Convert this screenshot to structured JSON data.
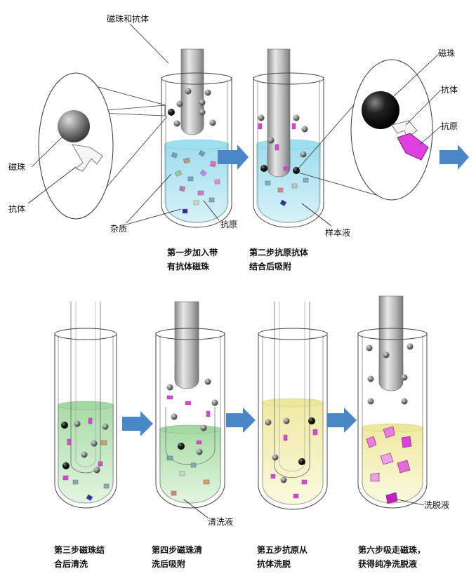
{
  "labels": {
    "beads_and_antibody": "磁珠和抗体",
    "bead_left": "磁珠",
    "antibody_left": "抗体",
    "impurity": "杂质",
    "antigen_mid": "抗原",
    "sample_liquid": "样本液",
    "bead_right": "磁珠",
    "antibody_right": "抗体",
    "antigen_right": "抗原",
    "wash_liquid": "清洗液",
    "elution_liquid": "洗脱液"
  },
  "steps": [
    {
      "line1": "第一步加入带",
      "line2": "有抗体磁珠"
    },
    {
      "line1": "第二步抗原抗体",
      "line2": "结合后吸附"
    },
    {
      "line1": "第三步磁珠结",
      "line2": "合后清洗"
    },
    {
      "line1": "第四步磁珠清",
      "line2": "洗后吸附"
    },
    {
      "line1": "第五步抗原从",
      "line2": "抗体洗脱"
    },
    {
      "line1": "第六步吸走磁珠，",
      "line2": "获得纯净洗脱液"
    }
  ],
  "colors": {
    "liquid_blue": "#bfe8f2",
    "liquid_green": "#c9ecc9",
    "liquid_yellow": "#f6f3bf",
    "arrow_blue": "#4a86c8",
    "antigen_magenta": "#e040e0",
    "bead_black": "#222222",
    "bead_grey": "#8c8c8c"
  }
}
